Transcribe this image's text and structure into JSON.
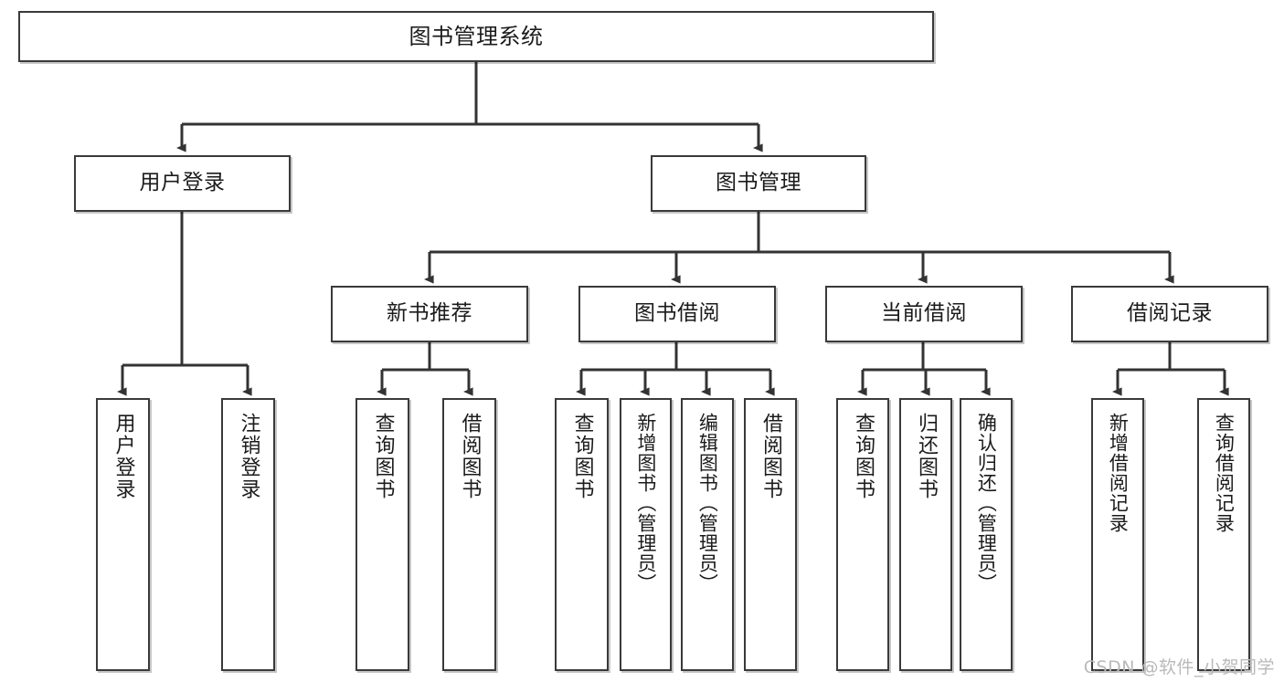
{
  "diagram": {
    "title": "图书管理系统",
    "watermark": "CSDN @软件_小贺同学",
    "line_color": "#333333",
    "box_border_color": "#3a3a3a",
    "background": "#ffffff",
    "root": {
      "label": "图书管理系统"
    },
    "level2": [
      {
        "id": "user-login",
        "label": "用户登录"
      },
      {
        "id": "book-manage",
        "label": "图书管理"
      }
    ],
    "level3": [
      {
        "id": "new-book-recommend",
        "label": "新书推荐"
      },
      {
        "id": "book-borrow",
        "label": "图书借阅"
      },
      {
        "id": "current-borrow",
        "label": "当前借阅"
      },
      {
        "id": "borrow-record",
        "label": "借阅记录"
      }
    ],
    "leaves": {
      "user_login": [
        {
          "id": "leaf-user-login",
          "label": "用户登录"
        },
        {
          "id": "leaf-logout-login",
          "label": "注销登录"
        }
      ],
      "new_book_recommend": [
        {
          "id": "leaf-query-book-1",
          "label": "查询图书"
        },
        {
          "id": "leaf-borrow-book-1",
          "label": "借阅图书"
        }
      ],
      "book_borrow": [
        {
          "id": "leaf-query-book-2",
          "label": "查询图书"
        },
        {
          "id": "leaf-add-book",
          "label": "新增图书（管理员）"
        },
        {
          "id": "leaf-edit-book",
          "label": "编辑图书（管理员）"
        },
        {
          "id": "leaf-borrow-book-2",
          "label": "借阅图书"
        }
      ],
      "current_borrow": [
        {
          "id": "leaf-query-book-3",
          "label": "查询图书"
        },
        {
          "id": "leaf-return-book",
          "label": "归还图书"
        },
        {
          "id": "leaf-confirm-return",
          "label": "确认归还（管理员）"
        }
      ],
      "borrow_record": [
        {
          "id": "leaf-add-record",
          "label": "新增借阅记录"
        },
        {
          "id": "leaf-query-record",
          "label": "查询借阅记录"
        }
      ]
    }
  }
}
